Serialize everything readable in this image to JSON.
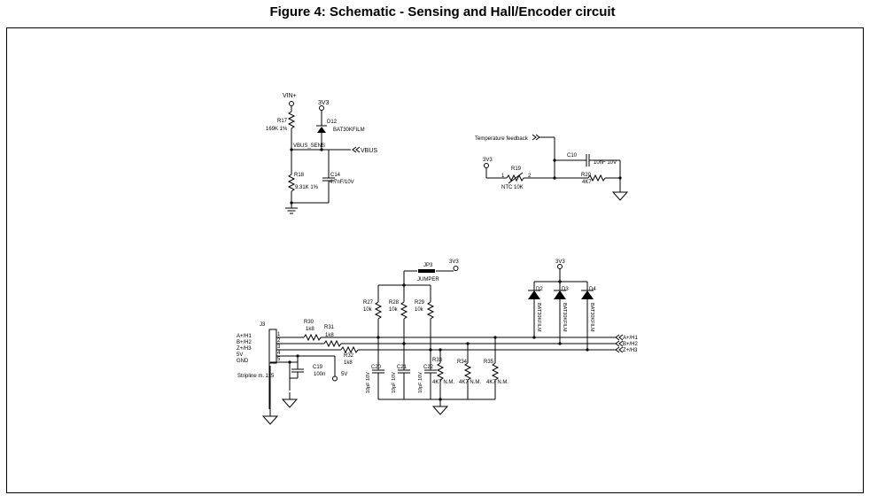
{
  "figure": {
    "title": "Figure 4: Schematic - Sensing and Hall/Encoder circuit"
  },
  "vbus_sense": {
    "vin": "VIN+",
    "v3v3": "3V3",
    "r17": {
      "ref": "R17",
      "value": "169K 1%"
    },
    "d12": {
      "ref": "D12",
      "value": "BAT30KFILM"
    },
    "net": "VBUS_SENS",
    "port": "VBUS",
    "r18": {
      "ref": "R18",
      "value": "9.31K 1%"
    },
    "c14": {
      "ref": "C14",
      "value": "4.7nF/10V"
    }
  },
  "temperature": {
    "port": "Temperature feedback",
    "v3v3": "3V3",
    "r19": {
      "ref": "R19",
      "value": "NTC 10K",
      "pin1": "1",
      "pin2": "2"
    },
    "c10": {
      "ref": "C10",
      "value": "10nF 10V"
    },
    "r20": {
      "ref": "R20",
      "value": "4K7"
    }
  },
  "hall": {
    "j3": {
      "ref": "J3",
      "value": "Stripline m. 1x5",
      "pins": [
        {
          "label": "A+/H1",
          "num": "1"
        },
        {
          "label": "B+/H2",
          "num": "2"
        },
        {
          "label": "Z+/H3",
          "num": "3"
        },
        {
          "label": "5V",
          "num": "4"
        },
        {
          "label": "GND",
          "num": "5"
        }
      ]
    },
    "r30": {
      "ref": "R30",
      "value": "1k8"
    },
    "r31": {
      "ref": "R31",
      "value": "1k8"
    },
    "r32": {
      "ref": "R32",
      "value": "1k8"
    },
    "c19": {
      "ref": "C19",
      "value": "100n"
    },
    "v5": "5V",
    "jp3": {
      "ref": "JP3",
      "value": "JUMPER"
    },
    "v3v3": "3V3",
    "r27": {
      "ref": "R27",
      "value": "10k"
    },
    "r28": {
      "ref": "R28",
      "value": "10k"
    },
    "r29": {
      "ref": "R29",
      "value": "10k"
    },
    "c20": {
      "ref": "C20",
      "value": "10pF 10V"
    },
    "c21": {
      "ref": "C21",
      "value": "10pF 10V"
    },
    "c22": {
      "ref": "C22",
      "value": "10pF 10V"
    },
    "r33": {
      "ref": "R33",
      "value": "4K7 N.M."
    },
    "r34": {
      "ref": "R34",
      "value": "4K7 N.M."
    },
    "r35": {
      "ref": "R35",
      "value": "4K7 N.M."
    },
    "d2": {
      "ref": "D2",
      "value": "BAT30KFILM"
    },
    "d3": {
      "ref": "D3",
      "value": "BAT30KFILM"
    },
    "d4": {
      "ref": "D4",
      "value": "BAT30KFILM"
    },
    "diode_v3v3": "3V3",
    "ports": [
      "A+/H1",
      "B+/H2",
      "Z+/H3"
    ]
  }
}
